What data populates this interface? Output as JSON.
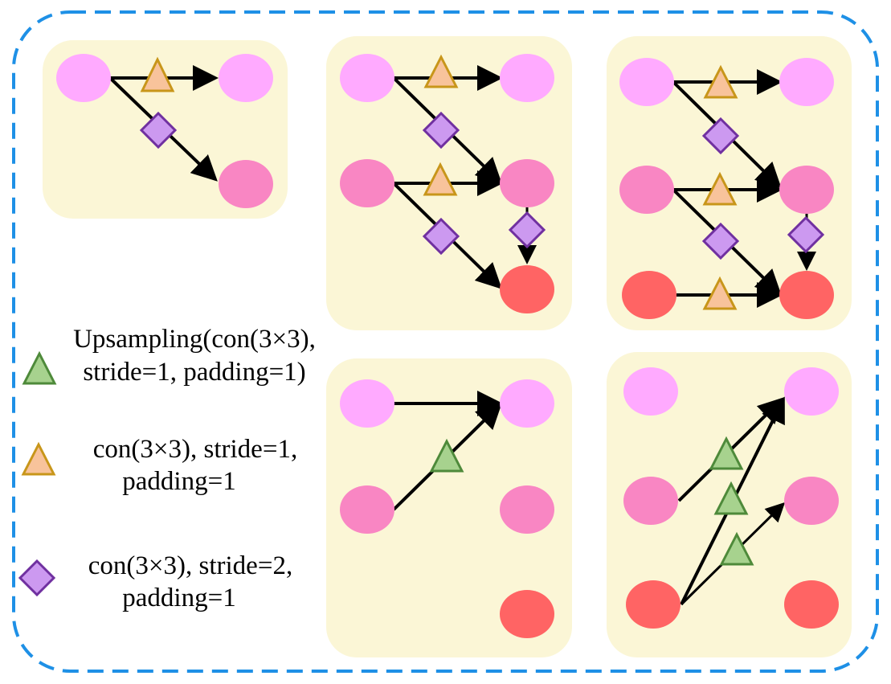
{
  "legend": {
    "upsampling": {
      "icon": "green-triangle-icon",
      "lines": [
        "Upsampling(con(3×3),",
        "stride=1,  padding=1)"
      ]
    },
    "conv_stride1": {
      "icon": "orange-triangle-icon",
      "lines": [
        "con(3×3),    stride=1,",
        "padding=1"
      ]
    },
    "conv_stride2": {
      "icon": "purple-diamond-icon",
      "lines": [
        "con(3×3),    stride=2,",
        "padding=1"
      ]
    }
  },
  "colors": {
    "border": "#1e90e6",
    "panel": "#fbf6d6",
    "node_level1": "#ffaaff",
    "node_level2": "#f986c3",
    "node_level3": "#ff6464",
    "triangle_orange_fill": "#f8c39b",
    "triangle_orange_stroke": "#c8961a",
    "diamond_fill": "#cc99f0",
    "diamond_stroke": "#7030a0",
    "triangle_green_fill": "#a7d28e",
    "triangle_green_stroke": "#4e8a3a",
    "arrow": "#000000"
  }
}
